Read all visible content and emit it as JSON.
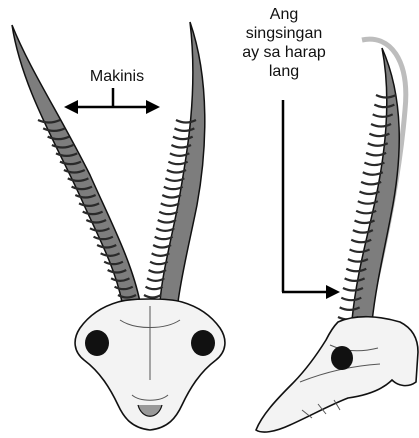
{
  "labels": {
    "smooth": "Makinis",
    "ridges_line1": "Ang",
    "ridges_line2": "singsingan",
    "ridges_line3": "ay sa harap",
    "ridges_line4": "lang"
  },
  "colors": {
    "ink": "#111111",
    "bone": "#f2f2f2",
    "shade": "#8a8a8a",
    "ring": "#3a3a3a"
  },
  "illustrations": [
    {
      "name": "front-view-skull-with-horns"
    },
    {
      "name": "side-view-skull-with-horn"
    }
  ]
}
